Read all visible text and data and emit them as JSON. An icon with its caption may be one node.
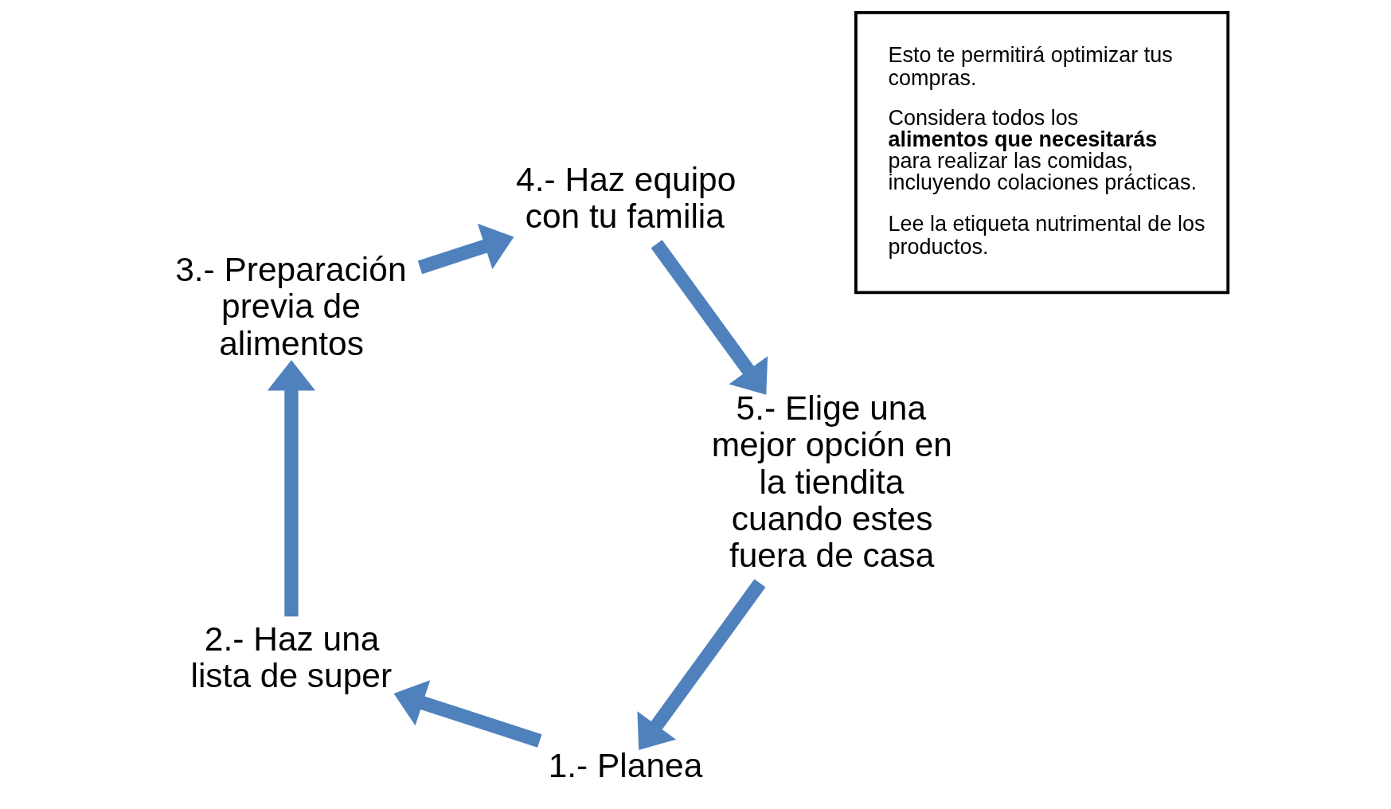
{
  "diagram": {
    "nodes": [
      {
        "text": [
          "1.- Planea"
        ]
      },
      {
        "text": [
          "2.- Haz una lista de super"
        ]
      },
      {
        "text": [
          "3.- Preparación previa de alimentos"
        ]
      },
      {
        "text": [
          "4.- Haz equipo con tu familia"
        ]
      },
      {
        "text": [
          "5.- Elige una mejor opción en la tiendita cuando estes fuera de casa"
        ]
      },
      {
        "text": [
          "Esto te permitirá optimizar tus compras.",
          "Considera todos los **alimentos que necesitarás** para realizar las comidas, incluyendo colaciones prácticas.",
          "Lee la etiqueta nutrimental de los productos."
        ]
      }
    ],
    "edges": [
      {
        "from": 0,
        "to": 1,
        "arrow": "to"
      },
      {
        "from": 1,
        "to": 2,
        "arrow": "to"
      },
      {
        "from": 2,
        "to": 3,
        "arrow": "to"
      },
      {
        "from": 3,
        "to": 4,
        "arrow": "to"
      },
      {
        "from": 4,
        "to": 0,
        "arrow": "to"
      }
    ]
  }
}
